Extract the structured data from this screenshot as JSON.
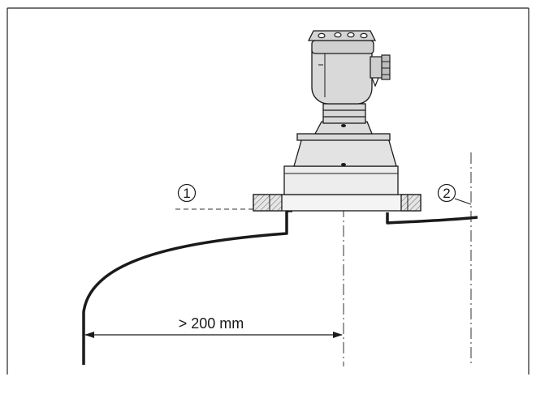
{
  "diagram": {
    "callouts": [
      {
        "number": "1"
      },
      {
        "number": "2"
      }
    ],
    "dimension": {
      "label": "> 200 mm"
    },
    "colors": {
      "line": "#1a1a1a",
      "housing": "#d9d9d9",
      "hatch": "#9a9a9a"
    }
  }
}
